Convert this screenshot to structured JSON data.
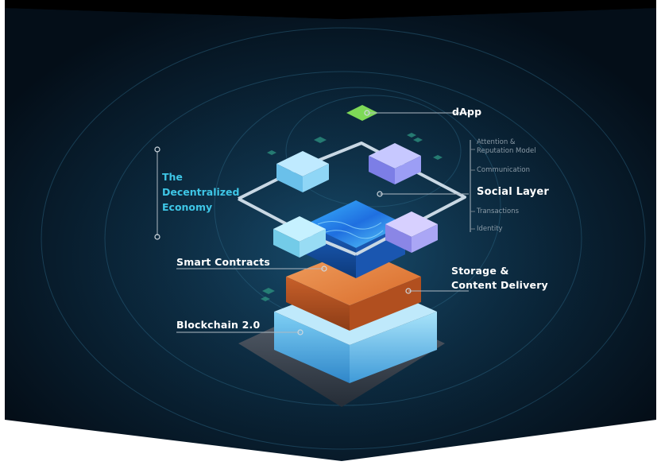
{
  "title_lines": [
    "The",
    "Decentralized",
    "Economy"
  ],
  "layers": {
    "dapp": "dApp",
    "social_layer": "Social Layer",
    "smart_contracts": "Smart Contracts",
    "storage_line1": "Storage &",
    "storage_line2": "Content Delivery",
    "blockchain": "Blockchain 2.0"
  },
  "social_tags": {
    "attention_line1": "Attention &",
    "attention_line2": "Reputation Model",
    "communication": "Communication",
    "transactions": "Transactions",
    "identity": "Identity"
  },
  "colors": {
    "background": "#071a2a",
    "title_accent": "#3ec6e6",
    "dapp_green": "#7ed957",
    "storage_orange": "#e07b3a",
    "blockchain_blue": "#4fb6e8",
    "cube_cyan": "#7fd3f2",
    "cube_purple": "#8e8ff0"
  }
}
